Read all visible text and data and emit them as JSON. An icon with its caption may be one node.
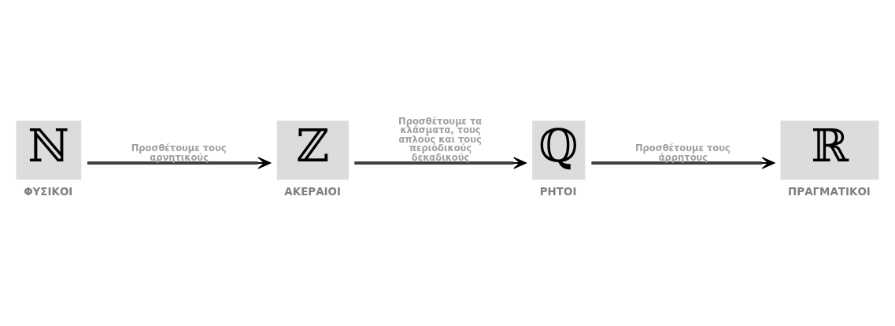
{
  "diagram": {
    "nodes": [
      {
        "text": [
          "ℕ"
        ],
        "beside": [
          "ΦΥΣΙΚΟΙ"
        ]
      },
      {
        "text": [
          "ℤ"
        ],
        "beside": [
          "ΑΚΕΡΑΙΟΙ"
        ]
      },
      {
        "text": [
          "ℚ"
        ],
        "beside": [
          "ΡΗΤΟΙ"
        ]
      },
      {
        "text": [
          "ℝ"
        ],
        "beside": [
          "ΠΡΑΓΜΑΤΙΚΟΙ"
        ]
      }
    ],
    "edges": [
      {
        "from": 0,
        "to": 1,
        "arrow": "to",
        "label": "Προσθέτουμε τους αρνητικούς"
      },
      {
        "from": 1,
        "to": 2,
        "arrow": "to",
        "label": "Προσθέτουμε τα κλάσματα, τους απλούς και τους περιοδικούς δεκαδικούς"
      },
      {
        "from": 2,
        "to": 3,
        "arrow": "to",
        "label": "Προσθέτουμε τους άρρητους"
      }
    ]
  }
}
